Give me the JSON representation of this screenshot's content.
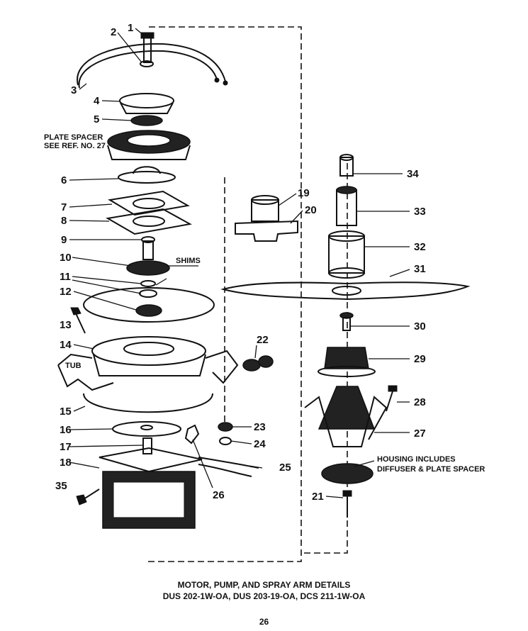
{
  "diagram": {
    "callouts": [
      "1",
      "2",
      "3",
      "4",
      "5",
      "6",
      "7",
      "8",
      "9",
      "10",
      "11",
      "12",
      "13",
      "14",
      "15",
      "16",
      "17",
      "18",
      "19",
      "20",
      "21",
      "22",
      "23",
      "24",
      "25",
      "26",
      "27",
      "28",
      "29",
      "30",
      "31",
      "32",
      "33",
      "34",
      "35"
    ],
    "labels": {
      "plate_spacer_line1": "PLATE SPACER",
      "plate_spacer_line2": "SEE REF. NO. 27",
      "shims": "SHIMS",
      "tub": "TUB",
      "housing_line1": "HOUSING INCLUDES",
      "housing_line2": "DIFFUSER & PLATE SPACER"
    }
  },
  "caption": {
    "title": "MOTOR, PUMP, AND SPRAY ARM DETAILS",
    "models": "DUS 202-1W-OA,  DUS 203-19-OA,  DCS 211-1W-OA"
  },
  "page_number": "26"
}
